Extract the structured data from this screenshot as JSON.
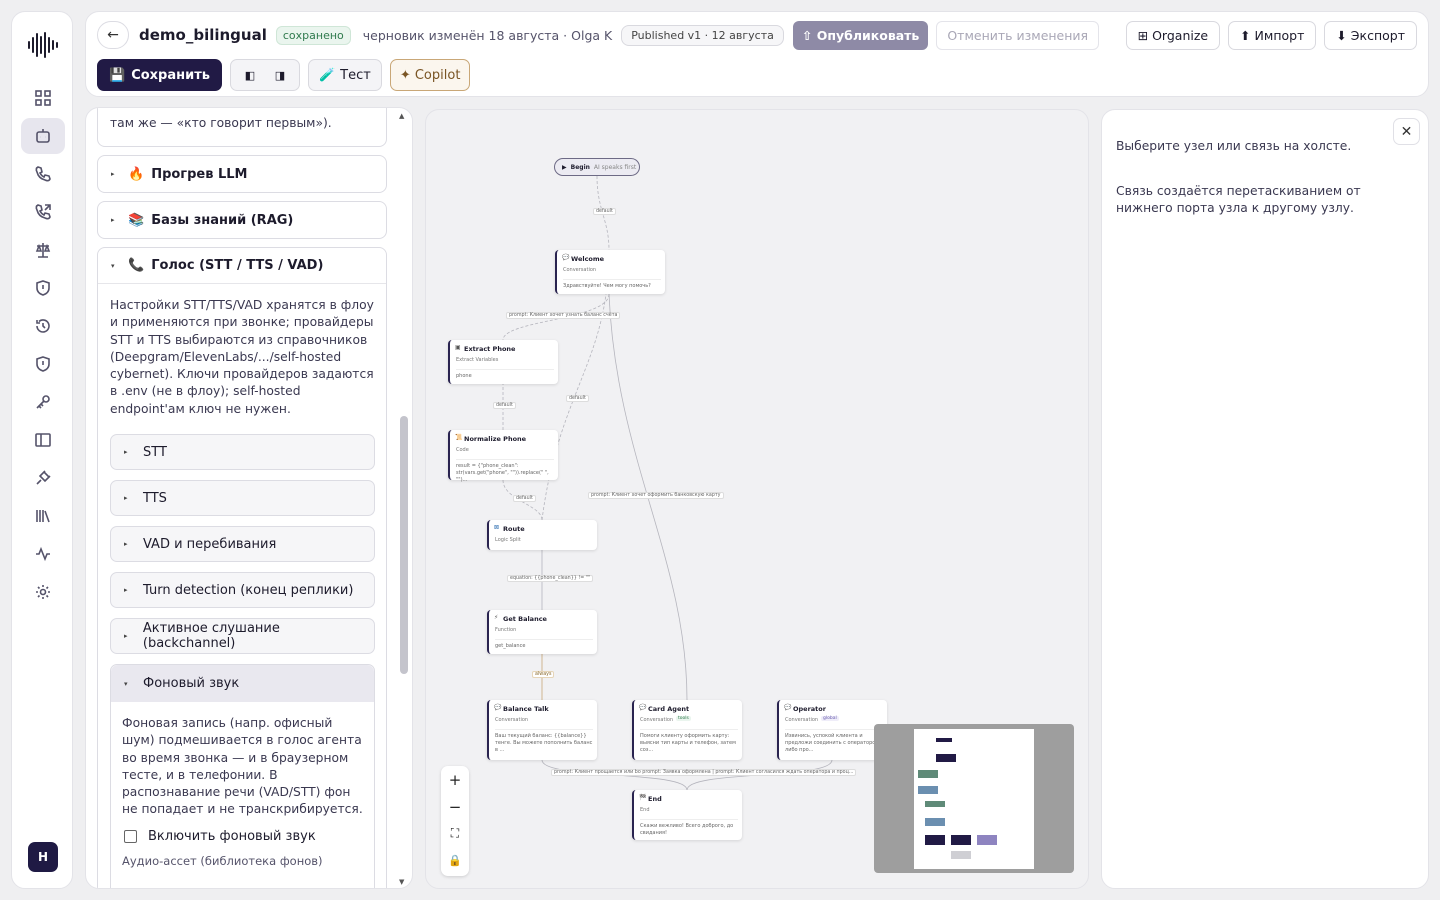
{
  "nav": {
    "avatar": "H"
  },
  "header": {
    "back": "←",
    "flow_name": "demo_bilingual",
    "saved": "сохранено",
    "draft_info": "черновик изменён 18 августа · Olga K",
    "published": "Published v1 · 12 августа",
    "publish": "⇧ Опубликовать",
    "discard": "Отменить изменения",
    "organize": "⊞ Organize",
    "import": "⬆ Импорт",
    "export": "⬇ Экспорт",
    "save": "Сохранить",
    "test": "Тест",
    "copilot": "✦ Copilot"
  },
  "left": {
    "top_text": "там же — «кто говорит первым»).",
    "warm": "Прогрев LLM",
    "kb": "Базы знаний (RAG)",
    "voice": "Голос (STT / TTS / VAD)",
    "voice_desc": "Настройки STT/TTS/VAD хранятся в флоу и применяются при звонке; провайдеры STT и TTS выбираются из справочников (Deepgram/ElevenLabs/.../self-hosted cybernet). Ключи провайдеров задаются в .env (не в флоу); self-hosted endpoint'ам ключ не нужен.",
    "stt": "STT",
    "tts": "TTS",
    "vad": "VAD и перебивания",
    "turn": "Turn detection (конец реплики)",
    "backchannel": "Активное слушание (backchannel)",
    "bg": "Фоновый звук",
    "bg_desc": "Фоновая запись (напр. офисный шум) подмешивается в голос агента во время звонка — и в браузерном тесте, и в телефонии. В распознавание речи (VAD/STT) фон не попадает и не транскрибируется.",
    "bg_enable": "Включить фоновый звук",
    "bg_asset": "Аудио-ассет (библиотека фонов)"
  },
  "canvas": {
    "begin": "Begin",
    "begin_sub": "AI speaks first",
    "nodes": [
      {
        "t": "Welcome",
        "s": "Conversation",
        "d": "Здравствуйте! Чем могу помочь?"
      },
      {
        "t": "Extract Phone",
        "s": "Extract Variables",
        "d": "phone"
      },
      {
        "t": "Normalize Phone",
        "s": "Code",
        "d": "result = {\"phone_clean\": str(vars.get(\"phone\", \"\")).replace(\" \", \"\")..."
      },
      {
        "t": "Route",
        "s": "Logic Split",
        "d": ""
      },
      {
        "t": "Get Balance",
        "s": "Function",
        "d": "get_balance"
      },
      {
        "t": "Balance Talk",
        "s": "Conversation",
        "d": "Ваш текущий баланс: {{balance}} тенге. Вы можете пополнить баланс в ..."
      },
      {
        "t": "Card Agent",
        "s": "Conversation",
        "d": "Помоги клиенту оформить карту: выясни тип карты и телефон, затем соз..."
      },
      {
        "t": "Operator",
        "s": "Conversation",
        "d": "Извинись, успокой клиента и предложи соединить с оператором либо про..."
      },
      {
        "t": "End",
        "s": "End",
        "d": "Скажи вежливо! Всего доброго, до свидания!"
      }
    ],
    "edges": [
      "default",
      "prompt: Клиент хочет узнать баланс счёта",
      "default",
      "default",
      "prompt: Клиент хочет оформить банковскую карту",
      "default",
      "equation: {{phone_clean}} != \"\"",
      "always",
      "prompt: Клиент прощается или bo prompt: Заявка оформлена | prompt: Клиент согласился ждать оператора и проц..."
    ],
    "tags": {
      "tools": "tools",
      "global": "global"
    }
  },
  "right": {
    "hint1": "Выберите узел или связь на холсте.",
    "hint2": "Связь создаётся перетаскиванием от нижнего порта узла к другому узлу."
  },
  "colors": {
    "primary": "#211a45",
    "accent": "#8e8aa6"
  }
}
